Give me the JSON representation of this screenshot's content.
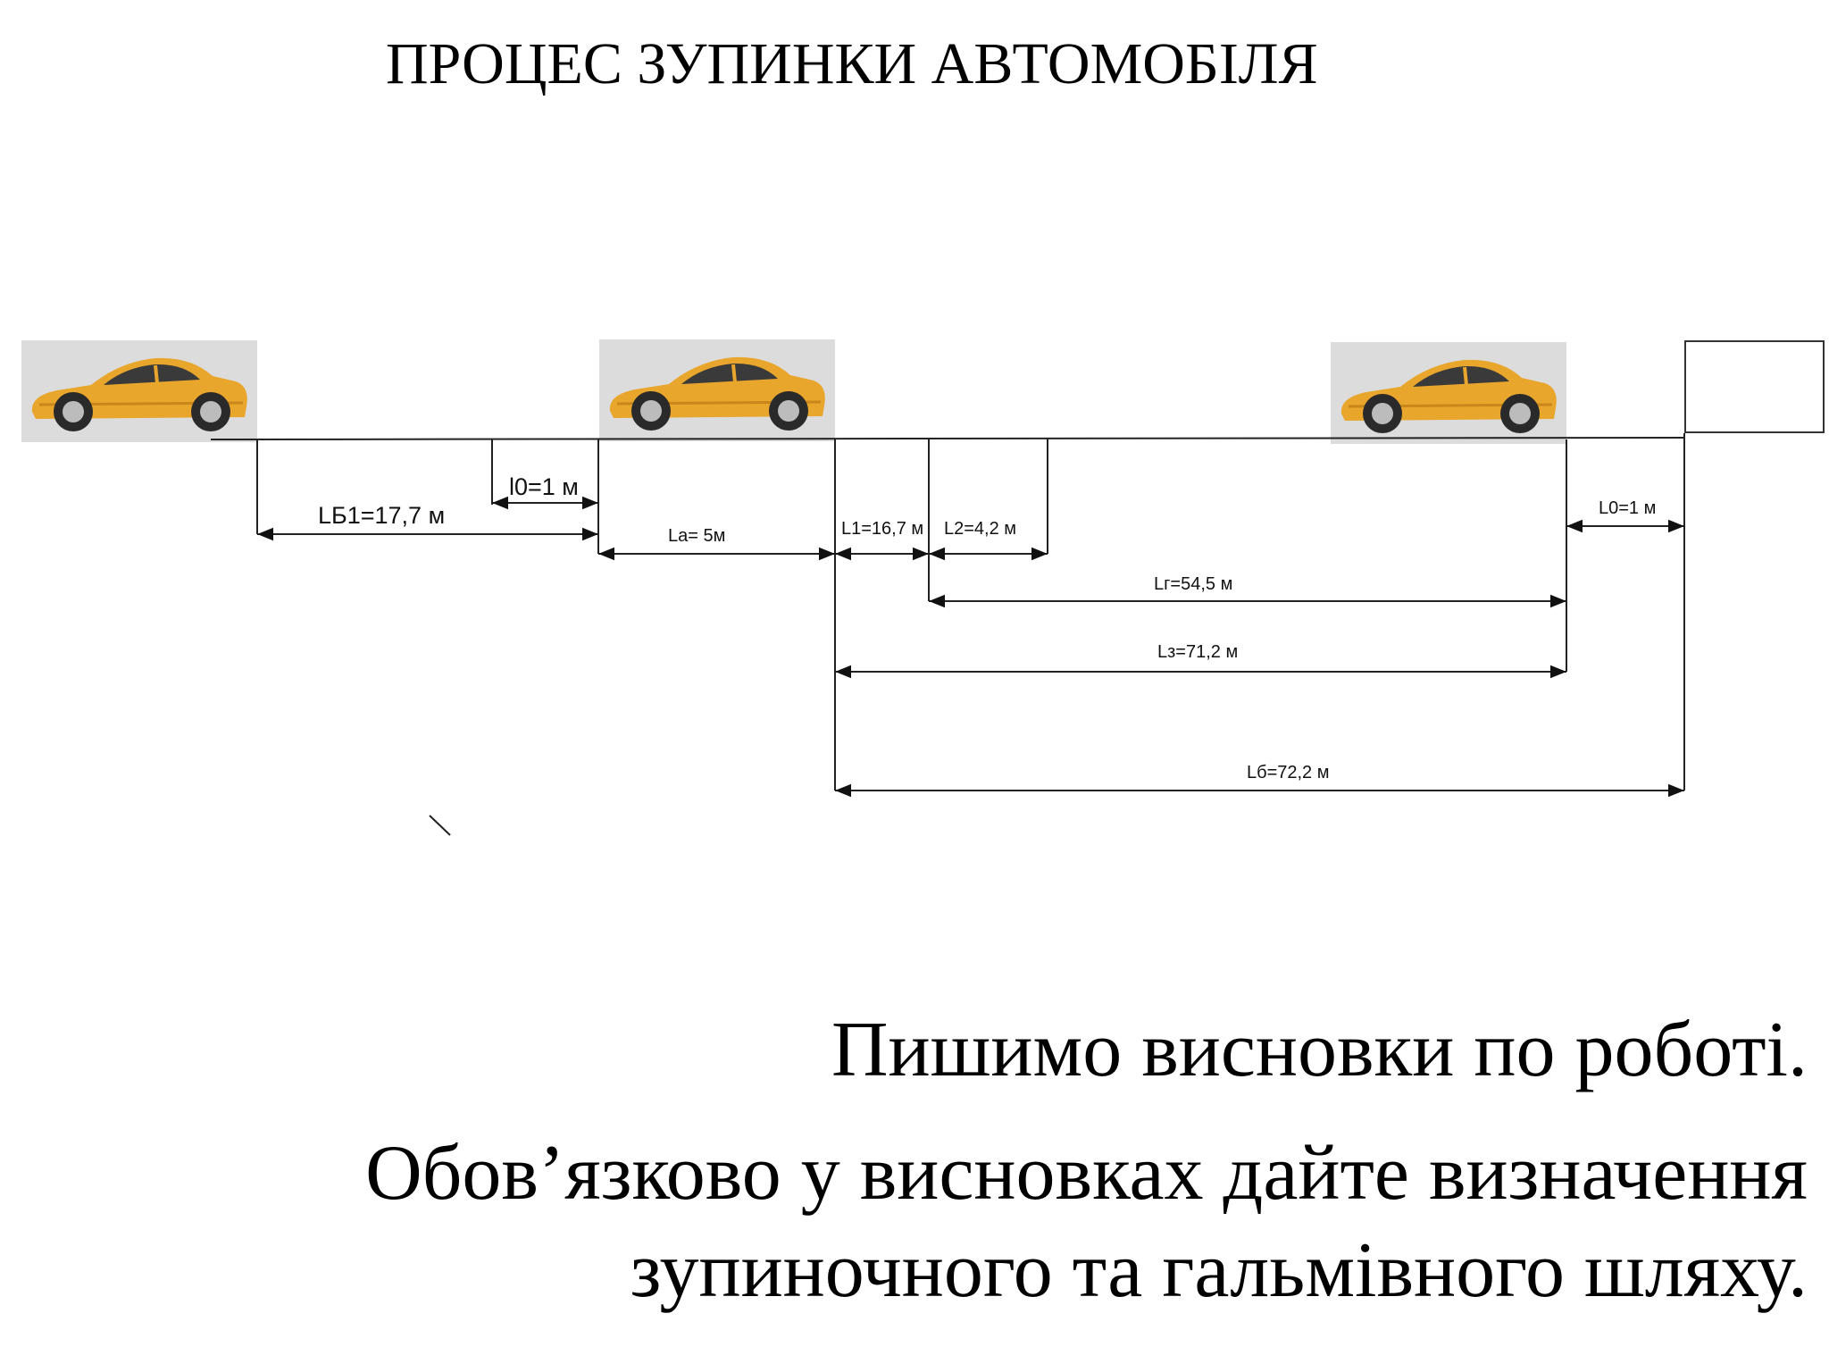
{
  "title": "ПРОЦЕС ЗУПИНКИ АВТОМОБІЛЯ",
  "cars": [
    {
      "icon": "yellow-car-icon"
    },
    {
      "icon": "yellow-car-icon"
    },
    {
      "icon": "yellow-car-icon"
    }
  ],
  "labels": {
    "lb1": "LБ1=17,7 м",
    "l0_small": "l0=1 м",
    "la": "La= 5м",
    "l1": "L1=16,7 м",
    "l2": "L2=4,2 м",
    "lg": "Lг=54,5 м",
    "lz": "Lз=71,2 м",
    "lb": "Lб=72,2 м",
    "l0_right": "L0=1 м"
  },
  "conclusion": {
    "line1": "Пишимо висновки по роботі.",
    "line2": "Обов’язково у висновках дайте визначення",
    "line3": "зупиночного та гальмівного шляху."
  },
  "colors": {
    "car_body": "#e8a62c",
    "car_shade": "#c9861a",
    "car_bg": "#d8d8d8",
    "line": "#222222"
  }
}
